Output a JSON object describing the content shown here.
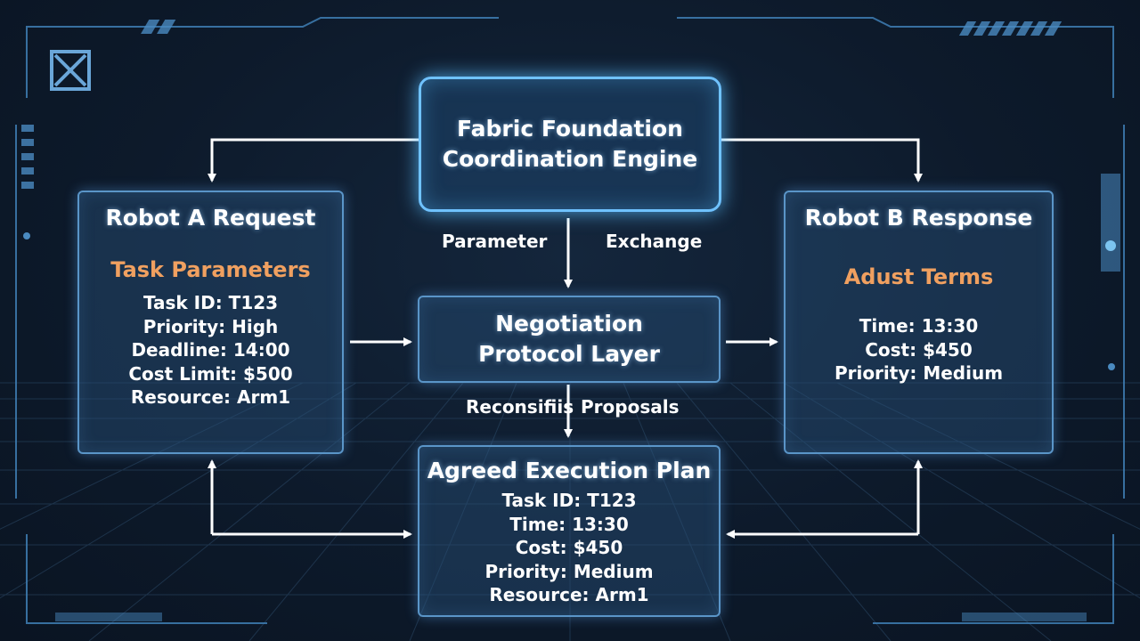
{
  "engine": {
    "title_line1": "Fabric Foundation",
    "title_line2": "Coordination Engine"
  },
  "robot_a": {
    "title": "Robot A Request",
    "subtitle": "Task Parameters",
    "lines": [
      "Task ID: T123",
      "Priority: High",
      "Deadline: 14:00",
      "Cost Limit: $500",
      "Resource: Arm1"
    ]
  },
  "robot_b": {
    "title": "Robot B Response",
    "subtitle": "Adust Terms",
    "lines": [
      "Time: 13:30",
      "Cost: $450",
      "Priority: Medium"
    ]
  },
  "negotiation": {
    "title_line1": "Negotiation",
    "title_line2": "Protocol Layer"
  },
  "plan": {
    "title": "Agreed Execution Plan",
    "lines": [
      "Task ID: T123",
      "Time: 13:30",
      "Cost: $450",
      "Priority: Medium",
      "Resource: Arm1"
    ]
  },
  "edge_labels": {
    "parameter": "Parameter",
    "exchange": "Exchange",
    "reconsifiis": "Reconsifiis",
    "proposals": "Proposals"
  },
  "colors": {
    "background": "#0d1a2b",
    "panel_border": "#5a95c8",
    "engine_border": "#6fc2ff",
    "accent_orange": "#f0a060",
    "arrow": "#ffffff"
  }
}
